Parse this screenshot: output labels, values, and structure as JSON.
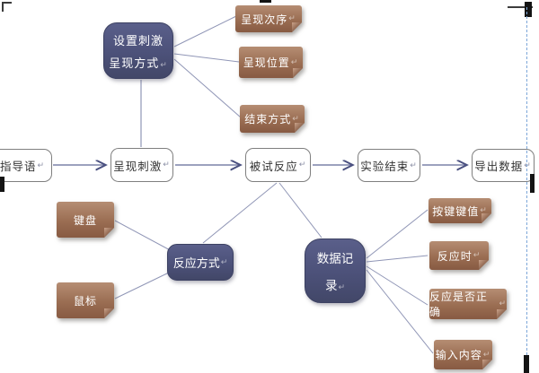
{
  "diagram": {
    "title_hint": "experiment flow diagram",
    "marks": {
      "paragraph_mark": "↵"
    },
    "colors": {
      "node_blue": "#4d527c",
      "node_brown": "#9a6d52",
      "flow_node_border": "#7f7f7f",
      "connector_line": "#9096b6",
      "arrow_line": "#555b85",
      "page_margin_dash": "#7da7d9"
    },
    "setup": {
      "line1": "设置刺激",
      "line2": "呈现方式"
    },
    "setup_options": [
      {
        "label": "呈现次序"
      },
      {
        "label": "呈现位置"
      },
      {
        "label": "结束方式"
      }
    ],
    "flow": [
      {
        "label": "指导语"
      },
      {
        "label": "呈现刺激"
      },
      {
        "label": "被试反应"
      },
      {
        "label": "实验结束"
      },
      {
        "label": "导出数据"
      }
    ],
    "response_devices": [
      {
        "label": "键盘"
      },
      {
        "label": "鼠标"
      }
    ],
    "response_mode": {
      "label": "反应方式"
    },
    "data_record": {
      "line1": "数据记",
      "line2": "录"
    },
    "record_items": [
      {
        "label": "按键键值"
      },
      {
        "label": "反应时"
      },
      {
        "label": "反应是否正确"
      },
      {
        "label": "输入内容"
      }
    ]
  }
}
